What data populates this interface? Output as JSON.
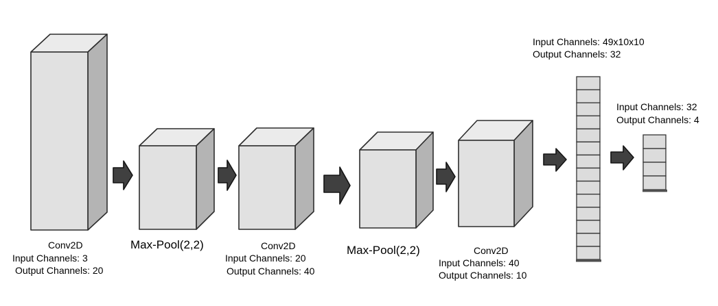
{
  "diagram_type": "cnn-architecture",
  "colors": {
    "box_front": "#e1e1e1",
    "box_top": "#ebebeb",
    "box_side": "#b4b4b4",
    "outline": "#2d2d2d",
    "arrow_fill": "#404040",
    "arrow_outline": "#141414",
    "cell_fill": "#dcdcdc",
    "cell_outline": "#333333",
    "column_shadow": "#4f4f4f",
    "background": "#ffffff",
    "text": "#000000"
  },
  "layers": [
    {
      "id": "conv1",
      "shape": "box3d",
      "label": [
        "Conv2D",
        "Input Channels: 3",
        "Output Channels: 20"
      ]
    },
    {
      "id": "maxpool1",
      "shape": "box3d",
      "label": [
        "Max-Pool(2,2)"
      ]
    },
    {
      "id": "conv2",
      "shape": "box3d",
      "label": [
        "Conv2D",
        "Input Channels: 20",
        "Output Channels: 40"
      ]
    },
    {
      "id": "maxpool2",
      "shape": "box3d",
      "label": [
        "Max-Pool(2,2)"
      ]
    },
    {
      "id": "conv3",
      "shape": "box3d",
      "label": [
        "Conv2D",
        "Input Channels: 40",
        "Output Channels: 10"
      ]
    },
    {
      "id": "flatten",
      "shape": "stacked-column",
      "cells": 14,
      "label": [
        "Input Channels: 49x10x10",
        "Output Channels: 32"
      ]
    },
    {
      "id": "dense-output",
      "shape": "stacked-column",
      "cells": 4,
      "label": [
        "Input Channels: 32",
        "Output Channels: 4"
      ]
    }
  ],
  "arrow_count": 6
}
